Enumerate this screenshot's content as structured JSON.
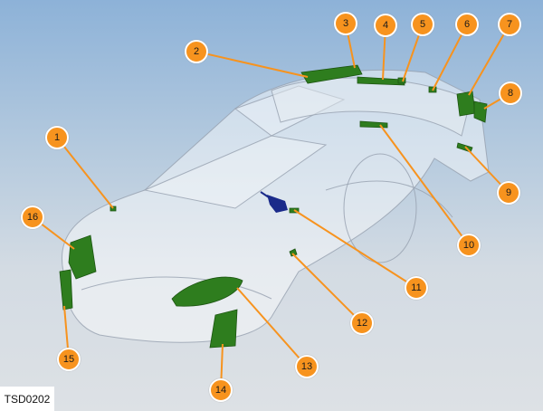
{
  "diagram_ref": "TSD0202",
  "callouts": [
    "1",
    "2",
    "3",
    "4",
    "5",
    "6",
    "7",
    "8",
    "9",
    "10",
    "11",
    "12",
    "13",
    "14",
    "15",
    "16"
  ],
  "colors": {
    "callout": "#f7931e",
    "component": "#2e7d1e",
    "switch": "#1a2a8a",
    "leader": "#f7931e"
  }
}
